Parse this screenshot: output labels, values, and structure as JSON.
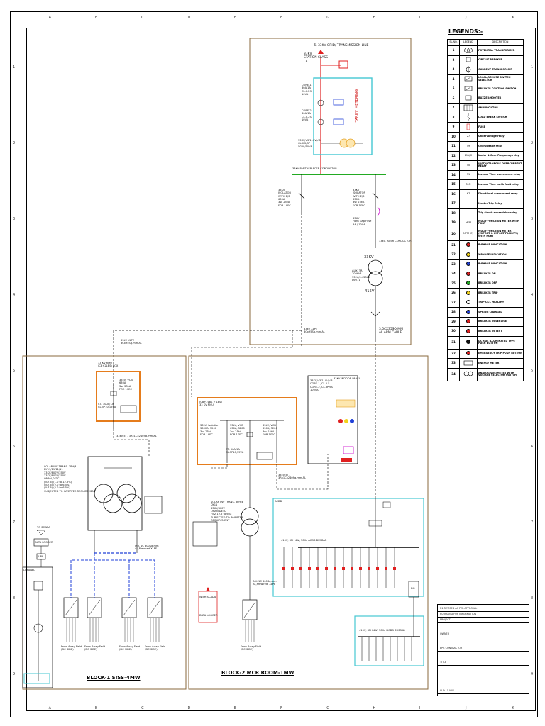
{
  "grid": {
    "columns": [
      "A",
      "B",
      "C",
      "D",
      "E",
      "F",
      "G",
      "H",
      "I",
      "J",
      "K"
    ],
    "rows": [
      "1",
      "2",
      "3",
      "4",
      "5",
      "6",
      "7",
      "8",
      "9"
    ]
  },
  "legend": {
    "title": "LEGENDS:-",
    "headers": {
      "sl": "SL.NO.",
      "symbol": "LEGEND",
      "desc": "DESCRIPTION"
    },
    "rows": [
      {
        "sl": "1",
        "abbr": "",
        "desc": "POTENTIAL TRANSFORMER",
        "sym": "pt"
      },
      {
        "sl": "2",
        "abbr": "",
        "desc": "CIRCUIT BREAKER",
        "sym": "cb"
      },
      {
        "sl": "3",
        "abbr": "",
        "desc": "CURRENT TRANSFORMER",
        "sym": "ct"
      },
      {
        "sl": "4",
        "abbr": "",
        "desc": "LOCAL/REMOTE SWITCH SELECTOR",
        "sym": "sw"
      },
      {
        "sl": "5",
        "abbr": "",
        "desc": "BREAKER CONTROL SWITCH",
        "sym": "sw"
      },
      {
        "sl": "6",
        "abbr": "",
        "desc": "BUZZER/HOOTER",
        "sym": "bz"
      },
      {
        "sl": "7",
        "abbr": "",
        "desc": "ANNUNCIATOR",
        "sym": "an"
      },
      {
        "sl": "8",
        "abbr": "",
        "desc": "LOAD BREAK SWITCH",
        "sym": "lbs"
      },
      {
        "sl": "9",
        "abbr": "",
        "desc": "FUSE",
        "sym": "fuse"
      },
      {
        "sl": "10",
        "abbr": "27",
        "desc": "Undervoltage relay",
        "sym": "txt"
      },
      {
        "sl": "11",
        "abbr": "59",
        "desc": "Overvoltage relay",
        "sym": "txt"
      },
      {
        "sl": "12",
        "abbr": "81U/O",
        "desc": "Under & Over Frequency relay",
        "sym": "txt"
      },
      {
        "sl": "13",
        "abbr": "50",
        "desc": "INSTANTANEOUS OVERCURRENT RELAY",
        "sym": "txt"
      },
      {
        "sl": "14",
        "abbr": "51",
        "desc": "Inverse Time overcurrent relay",
        "sym": "txt"
      },
      {
        "sl": "15",
        "abbr": "51N",
        "desc": "Inverse Time earth fault relay",
        "sym": "txt"
      },
      {
        "sl": "16",
        "abbr": "67",
        "desc": "Directional overcurrent relay",
        "sym": "txt"
      },
      {
        "sl": "17",
        "abbr": "",
        "desc": "Master Trip Relay",
        "sym": "txt"
      },
      {
        "sl": "18",
        "abbr": "",
        "desc": "Trip circuit supervision relay",
        "sym": "txt"
      },
      {
        "sl": "19",
        "abbr": "MFM",
        "desc": "MULTI-FUNCTION METER WITH PORT",
        "sym": "txt"
      },
      {
        "sl": "20",
        "abbr": "MFM (E)",
        "desc": "MULTI-FUNCTION METER (EXPORT & IMPORT FACILITY) WITH PORT",
        "sym": "txt"
      },
      {
        "sl": "21",
        "abbr": "",
        "desc": "R-PHASE INDICATION",
        "sym": "dot",
        "color": "#e02020"
      },
      {
        "sl": "22",
        "abbr": "",
        "desc": "Y-PHASE INDICATION",
        "sym": "dot",
        "color": "#f2d21b"
      },
      {
        "sl": "23",
        "abbr": "",
        "desc": "B-PHASE INDICATION",
        "sym": "dot",
        "color": "#2040d8"
      },
      {
        "sl": "24",
        "abbr": "",
        "desc": "BREAKER ON",
        "sym": "dot",
        "color": "#e02020"
      },
      {
        "sl": "25",
        "abbr": "",
        "desc": "BREAKER OFF",
        "sym": "dot",
        "color": "#22aa22"
      },
      {
        "sl": "26",
        "abbr": "",
        "desc": "BREAKER TRIP",
        "sym": "dot",
        "color": "#f2d21b"
      },
      {
        "sl": "27",
        "abbr": "",
        "desc": "TRIP CKT. HEALTHY",
        "sym": "dot",
        "color": "#ffffff"
      },
      {
        "sl": "28",
        "abbr": "",
        "desc": "SPRING CHARGED",
        "sym": "dot",
        "color": "#2040d8"
      },
      {
        "sl": "29",
        "abbr": "",
        "desc": "BREAKER IN SERVICE",
        "sym": "dot",
        "color": "#e02020"
      },
      {
        "sl": "30",
        "abbr": "",
        "desc": "BREAKER IN TEST",
        "sym": "dot",
        "color": "#e02020"
      },
      {
        "sl": "31",
        "abbr": "",
        "desc": "DC FAIL ILLUMINATED TYPE PUSH BUTTON",
        "sym": "dot",
        "color": "#111111"
      },
      {
        "sl": "32",
        "abbr": "",
        "desc": "EMERGENCY TRIP PUSH BUTTON",
        "sym": "dot",
        "color": "#e02020"
      },
      {
        "sl": "33",
        "abbr": "",
        "desc": "ENERGY METER",
        "sym": "em"
      },
      {
        "sl": "34",
        "abbr": "",
        "desc": "ANALOG VOLTMETER WITH VOLTAGE SELECTOR SWITCH",
        "sym": "vm"
      }
    ]
  },
  "top_section": {
    "grid_line": "To 33KV GRID/ TRANSMISSION LINE",
    "la": "33KV\nSTATION CLASS\nLA",
    "tariff": "TARIFF METERING",
    "busbar": "33KV PANTHER ACSR CONDUCTOR",
    "left_isolator": "33KV\nISOLATOR\nWITH E/S\n630A\n3sc 25kA\nFOR 1SEC",
    "right_isolator": "33KV\nISOLATOR\nWITH E/S\n630A\n3sc 25kA\nFOR 1SEC",
    "ho_fuse": "33KV\nHorn Gap Fuse\n3A / 100A",
    "cable": "33kV, ACSR CONDUCTOR",
    "hv": "33KV",
    "lv": "415V",
    "transformer": "AUX. TR.\n100kVA\n33kV/0.433kV\nDyn11",
    "lt_cable": "3.5CX35SQ.MM\nAL ARM CABLE",
    "ct_left": "CORE-1\n30A/1A\nCL-0.2S\n10VA",
    "ct_left2": "CORE-2\n30A/1A\nCL-0.2S\n10VA",
    "pt_note": "33KV/√3/110V/√3\nCL-0.2/3P\n50VA/50VA",
    "hv_cable_left": "33kV XLPE\n3Cx95Sq.mm AL",
    "hv_cable_right": "33kV XLPE\n3Cx95Sq.mm AL"
  },
  "block1": {
    "title": "BLOCK-1 SISS-4MW",
    "rmu_title": "33 KV RMU\n(CB+2LBS) BOX",
    "vcb": "33kV, VCB\n630A\n3sc 25kA\nFOR 1SEC",
    "ct": "CT- 100A/1A\nCL-5P10,15VA",
    "cable1": "33kV XLPE\n3Cx95Sq.mm AL",
    "cable2": "33kV(E) - 3Rx1Cx240Sq.mm AL",
    "tr_spec": "SOLAR INV TRANS. 3PH/4\nDY11/11/11/11\n33KV/800V/350V\n33KV/800V/350V\nONAN,DETC\n(%Z 6) (1.0 to 12.5%)\n(%Z 6) (2.0 to 6.5%)\n(%Z 6) (5.0 to 6.5%)\nSUBJECTED TO INVERTER REQUIREMENT",
    "dc_cable": "INV. 1C 300Sq.mm\nAL,Prewired,XLPE",
    "to_scada": "TO SCADA",
    "data_logger": "DATA LOGGER",
    "ups": "UPS",
    "lt_panel": "LT PANEL",
    "arrays": [
      "From Array Field\n(DC SIDE)",
      "From Array Field\n(DC SIDE)",
      "From Array Field\n(DC SIDE)",
      "From Array Field\n(DC SIDE)"
    ]
  },
  "block2": {
    "title": "BLOCK-2 MCR ROOM-1MW",
    "rmu_title": "(CB+2LBS + LBS)\n33 KV RMU",
    "vcb_left": "33kV, Isolation\n3600A, 3200\n3sc 25kA\nFOR 1SEC",
    "vcb_right": "33kV, VCB\n630A, 3200\n3sc 25kA\nFOR 1SEC",
    "ct": "CT- 50A/1A\nCL-5P10,15VA",
    "cable": "33kV(E) -\n3Rx1Cx240Sq.mm AL",
    "tr_spec": "SOLAR INV TRANS. 3PH/4\nDY11\n33KV/800V\nONAN,DETC\n(%Z 12.5 to 6%)\nSUBJECTED TO INVERTER\nREQUIREMENT",
    "dc_cable": "INV. 1C 300Sq.mm\nAL,Prewired, XLPE",
    "with_scada": "WITH SCADA",
    "data_logger": "DATA LOGGER",
    "array": "From Array Field\n(DC SIDE)",
    "meter_panel": "33KV INDOOR PANEL",
    "meter_cores": "33KV/√3/110V/√3\nCORE-1, CL-0.5\nCORE-2, CL-3P/6S\n100VA",
    "acdb": "ACDB",
    "acdb_bus": "415V, 3PH 4W, 50Hz ACDB BUSBAR",
    "dcdb_bus": "415V, 3PH 4W, 50Hz DCDB BUSBAR",
    "dg": "DG"
  },
  "title_block": {
    "rows": [
      "R1  REVISED AS PER APPROVAL",
      "R0  ISSUED FOR INFORMATION",
      "PROJECT",
      "OWNER",
      "EPC CONTRACTOR",
      "TITLE",
      "SLD - 5 MW"
    ]
  }
}
